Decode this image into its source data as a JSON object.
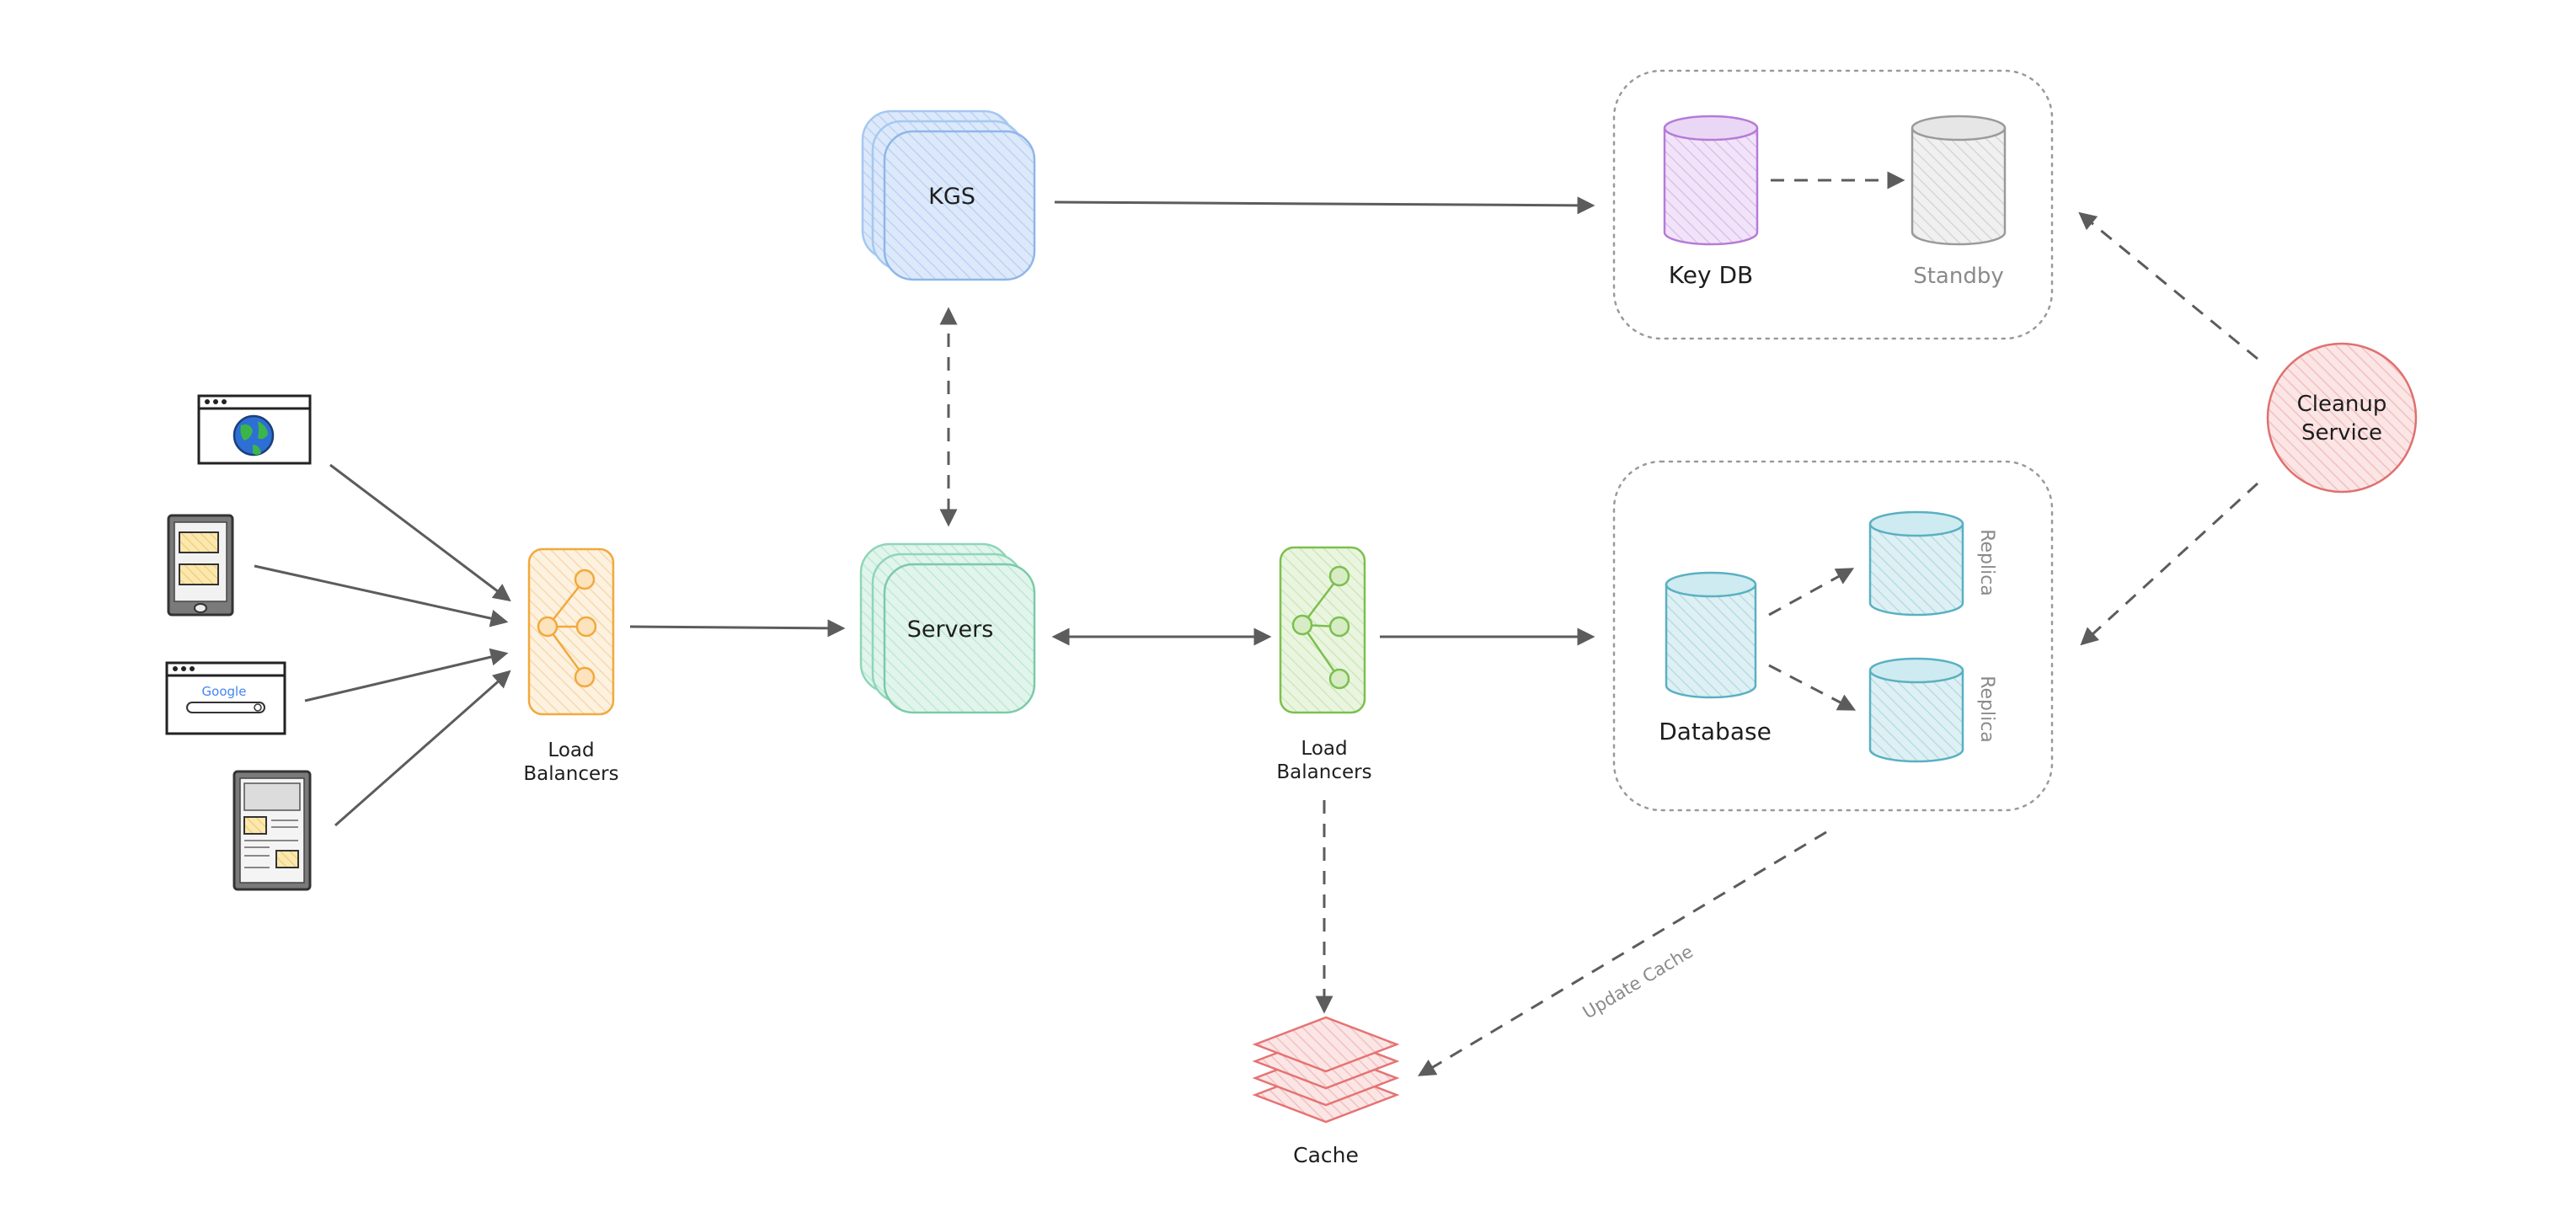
{
  "nodes": {
    "kgs": "KGS",
    "servers": "Servers",
    "key_db": "Key DB",
    "standby": "Standby",
    "cleanup_line1": "Cleanup",
    "cleanup_line2": "Service",
    "lb_left_line1": "Load",
    "lb_left_line2": "Balancers",
    "lb_right_line1": "Load",
    "lb_right_line2": "Balancers",
    "database": "Database",
    "replica_top": "Replica",
    "replica_bottom": "Replica",
    "cache": "Cache",
    "google": "Google"
  },
  "edges": {
    "update_cache": "Update Cache"
  },
  "colors": {
    "kgs": "#a5c8f0",
    "servers": "#8fd6b8",
    "lb_left": "#f2a93b",
    "lb_right": "#7cbf4f",
    "key_db": "#b57bd6",
    "standby": "#9a9a9a",
    "database": "#5ab0c2",
    "cleanup": "#e07070",
    "cache": "#e57373",
    "arrow": "#5c5c5c"
  },
  "icons": [
    "globe-browser-icon",
    "tablet-icon",
    "google-search-browser-icon",
    "document-tablet-icon"
  ]
}
